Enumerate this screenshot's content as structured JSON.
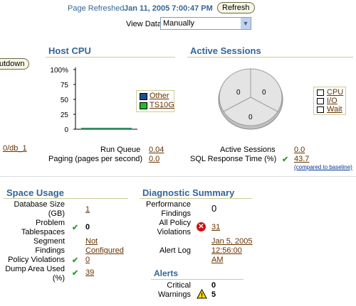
{
  "header": {
    "refreshed_label": "Page Refreshed",
    "refreshed_time": "Jan 11, 2005 7:00:47 PM",
    "refresh_button": "Refresh",
    "view_data_label": "View Data",
    "view_data_value": "Manually"
  },
  "left_edge": {
    "shutdown_button": "utdown",
    "db_link": "0/db_1"
  },
  "host_cpu": {
    "title": "Host CPU",
    "legend": [
      {
        "label": "Other",
        "color": "#1f4e8c"
      },
      {
        "label": "TS10G",
        "color": "#22bb22"
      }
    ]
  },
  "chart_data": {
    "type": "area",
    "title": "Host CPU",
    "y_ticks": [
      "100%",
      "75",
      "50",
      "25",
      "0"
    ],
    "ylim": [
      0,
      100
    ],
    "series": [
      {
        "name": "Other",
        "values": [
          1,
          1,
          1,
          1,
          1
        ]
      },
      {
        "name": "TS10G",
        "values": [
          0,
          0,
          0,
          0,
          0
        ]
      }
    ]
  },
  "host_stats": {
    "run_queue_label": "Run Queue",
    "run_queue_value": "0.04",
    "paging_label": "Paging (pages per second)",
    "paging_value": "0.0"
  },
  "active_sessions": {
    "title": "Active Sessions",
    "pie_values": [
      "0",
      "0",
      "0"
    ],
    "legend": [
      "CPU",
      "I/O",
      "Wait"
    ],
    "active_sessions_label": "Active Sessions",
    "active_sessions_value": "0.0",
    "sql_label": "SQL Response Time (%)",
    "sql_value": "43.7",
    "baseline_note": "(compared to baseline)"
  },
  "space_usage": {
    "title": "Space Usage",
    "db_size_label_1": "Database Size",
    "db_size_label_2": "(GB)",
    "db_size_value": "1",
    "problem_label_1": "Problem",
    "problem_label_2": "Tablespaces",
    "problem_value": "0",
    "segment_label_1": "Segment",
    "segment_label_2": "Findings",
    "segment_value_1": "Not",
    "segment_value_2": "Configured",
    "policy_label": "Policy Violations",
    "policy_value": "0",
    "dump_label_1": "Dump Area Used",
    "dump_label_2": "(%)",
    "dump_value": "39"
  },
  "diagnostic": {
    "title": "Diagnostic Summary",
    "perf_label_1": "Performance",
    "perf_label_2": "Findings",
    "perf_value": "0",
    "policy_label_1": "All Policy",
    "policy_label_2": "Violations",
    "policy_value": "31",
    "alert_log_label": "Alert Log",
    "alert_log_value_1": "Jan 5, 2005",
    "alert_log_value_2": "12:56:00",
    "alert_log_value_3": "AM"
  },
  "alerts": {
    "title": "Alerts",
    "critical_label": "Critical",
    "critical_value": "0",
    "warnings_label": "Warnings",
    "warnings_value": "5"
  }
}
